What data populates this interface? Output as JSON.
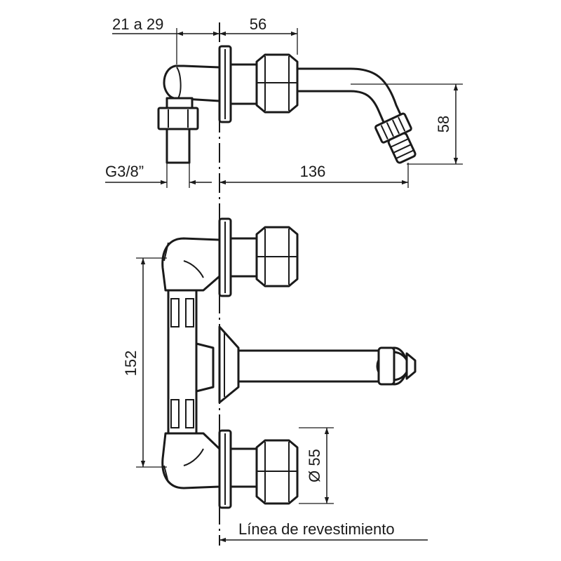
{
  "dimensions": {
    "wall_thickness": "21 a 29",
    "body_depth": "56",
    "thread": "G3/8”",
    "spout_reach": "136",
    "spout_height": "58",
    "center_distance": "152",
    "knob_diameter": "Ø 55"
  },
  "wall_line_label": "Línea de revestimiento",
  "colors": {
    "line": "#1a1a1a",
    "background": "#ffffff"
  }
}
